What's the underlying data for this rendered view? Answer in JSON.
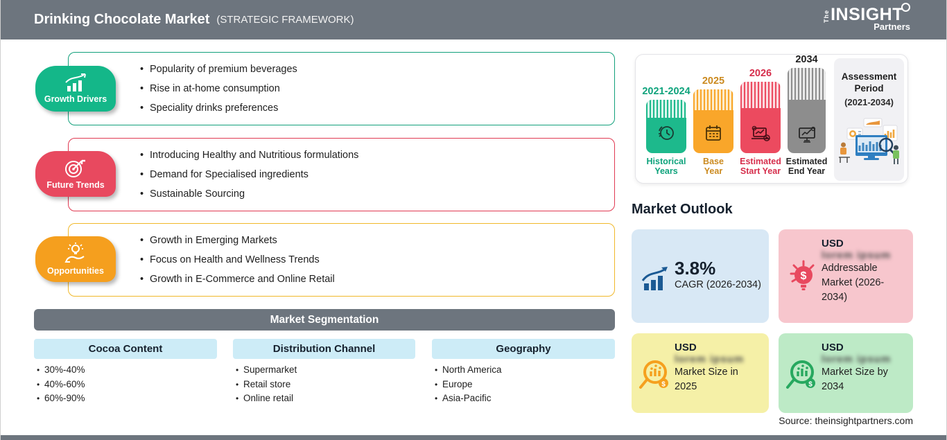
{
  "header": {
    "title": "Drinking Chocolate Market",
    "subtitle": "(STRATEGIC FRAMEWORK)",
    "logo": {
      "the": "The",
      "insight": "INSIGHT",
      "partners": "Partners"
    }
  },
  "framework": [
    {
      "label": "Growth Drivers",
      "badge_color": "#14b789",
      "border_color": "#12a07b",
      "items": [
        "Popularity of premium beverages",
        "Rise in at-home consumption",
        "Speciality drinks preferences"
      ]
    },
    {
      "label": "Future Trends",
      "badge_color": "#e8495f",
      "border_color": "#e03a52",
      "items": [
        "Introducing Healthy and Nutritious formulations",
        "Demand for Specialised ingredients",
        "Sustainable Sourcing"
      ]
    },
    {
      "label": "Opportunities",
      "badge_color": "#f59f1e",
      "border_color": "#f0b82a",
      "items": [
        "Growth in Emerging Markets",
        "Focus on Health and Wellness Trends",
        "Growth in E-Commerce and Online Retail"
      ]
    }
  ],
  "segmentation": {
    "title": "Market Segmentation",
    "columns": [
      {
        "header": "Cocoa Content",
        "items": [
          "30%-40%",
          "40%-60%",
          "60%-90%"
        ]
      },
      {
        "header": "Distribution Channel",
        "items": [
          "Supermarket",
          "Retail store",
          "Online retail"
        ]
      },
      {
        "header": "Geography",
        "items": [
          "North America",
          "Europe",
          "Asia-Pacific"
        ]
      }
    ]
  },
  "timeline": {
    "bars": [
      {
        "year": "2021-2024",
        "label": "Historical Years",
        "color": "#1db98c"
      },
      {
        "year": "2025",
        "label": "Base Year",
        "color": "#f9a62a"
      },
      {
        "year": "2026",
        "label": "Estimated Start Year",
        "color": "#ec4a5f"
      },
      {
        "year": "2034",
        "label": "Estimated End Year",
        "color": "#8d8d8d"
      }
    ],
    "assessment": {
      "title": "Assessment Period",
      "range": "(2021-2034)"
    }
  },
  "outlook": {
    "title": "Market Outlook",
    "cards": [
      {
        "value": "3.8%",
        "label": "CAGR (2026-2034)",
        "bg": "#d8e8f5"
      },
      {
        "currency": "USD",
        "masked_value": "lorem ipsum",
        "label": "Addressable Market (2026-2034)",
        "bg": "#f7c6cd"
      },
      {
        "currency": "USD",
        "masked_value": "lorem ipsum",
        "label": "Market Size in 2025",
        "bg": "#f5f0a7"
      },
      {
        "currency": "USD",
        "masked_value": "lorem ipsum",
        "label": "Market Size by 2034",
        "bg": "#bdeac6"
      }
    ]
  },
  "source": "Source: theinsightpartners.com",
  "colors": {
    "header_bg": "#6d757e",
    "segmentation_bar_bg": "#6d757e",
    "column_chip_bg": "#cdecf7",
    "year_2021_2024": "#0ea37c",
    "year_2025": "#cb8a1f",
    "year_2026": "#d62e4c",
    "year_2034": "#1f1f1f",
    "cagr_icon": "#1b5a94"
  }
}
